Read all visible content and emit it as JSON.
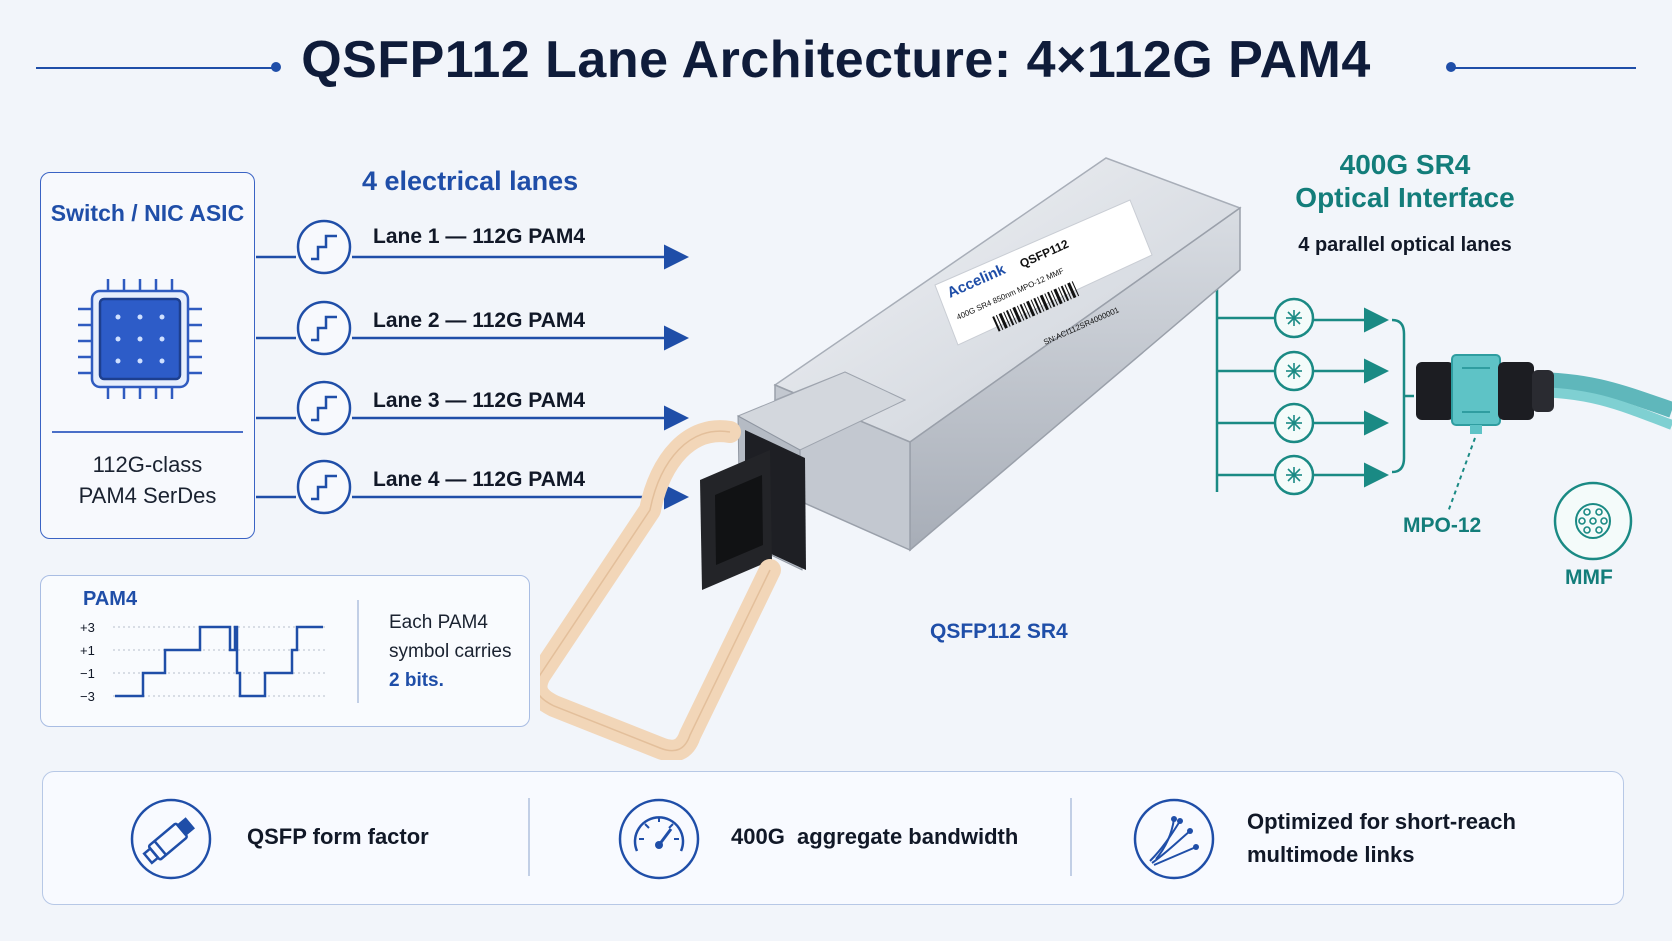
{
  "title": "QSFP112 Lane Architecture: 4×112G PAM4",
  "asic": {
    "title": "Switch / NIC ASIC",
    "desc_line1": "112G-class",
    "desc_line2": "PAM4 SerDes"
  },
  "electrical": {
    "title": "4 electrical lanes",
    "lanes": [
      {
        "label": "Lane 1 — 112G PAM4"
      },
      {
        "label": "Lane 2 — 112G PAM4"
      },
      {
        "label": "Lane 3 — 112G PAM4"
      },
      {
        "label": "Lane 4 — 112G PAM4"
      }
    ]
  },
  "pam4": {
    "title": "PAM4",
    "levels": [
      "+3",
      "+1",
      "−1",
      "−3"
    ],
    "desc_prefix": "Each PAM4 symbol carries",
    "desc_highlight": "2 bits."
  },
  "module": {
    "label": "QSFP112 SR4",
    "brand": "Accelink",
    "model": "QSFP112",
    "spec": "400G SR4 850nm MPO-12 MMF",
    "serial": "SN:ACI112SR4000001"
  },
  "optical": {
    "title_line1": "400G SR4",
    "title_line2": "Optical Interface",
    "subtitle": "4 parallel optical lanes",
    "connector_label": "MPO-12",
    "fiber_label": "MMF"
  },
  "features": [
    {
      "text_line1": "QSFP form factor",
      "text_line2": "",
      "icon": "transceiver-icon"
    },
    {
      "text_line1": "400G  aggregate bandwidth",
      "text_line2": "",
      "icon": "gauge-icon"
    },
    {
      "text_line1": "Optimized for short-reach",
      "text_line2": "multimode links",
      "icon": "fiber-strands-icon"
    }
  ],
  "colors": {
    "electrical_blue": "#1f4ea8",
    "optical_teal": "#137d7a",
    "fiber_aqua": "#6cc3c6",
    "pull_tab": "#f2d6b8"
  }
}
